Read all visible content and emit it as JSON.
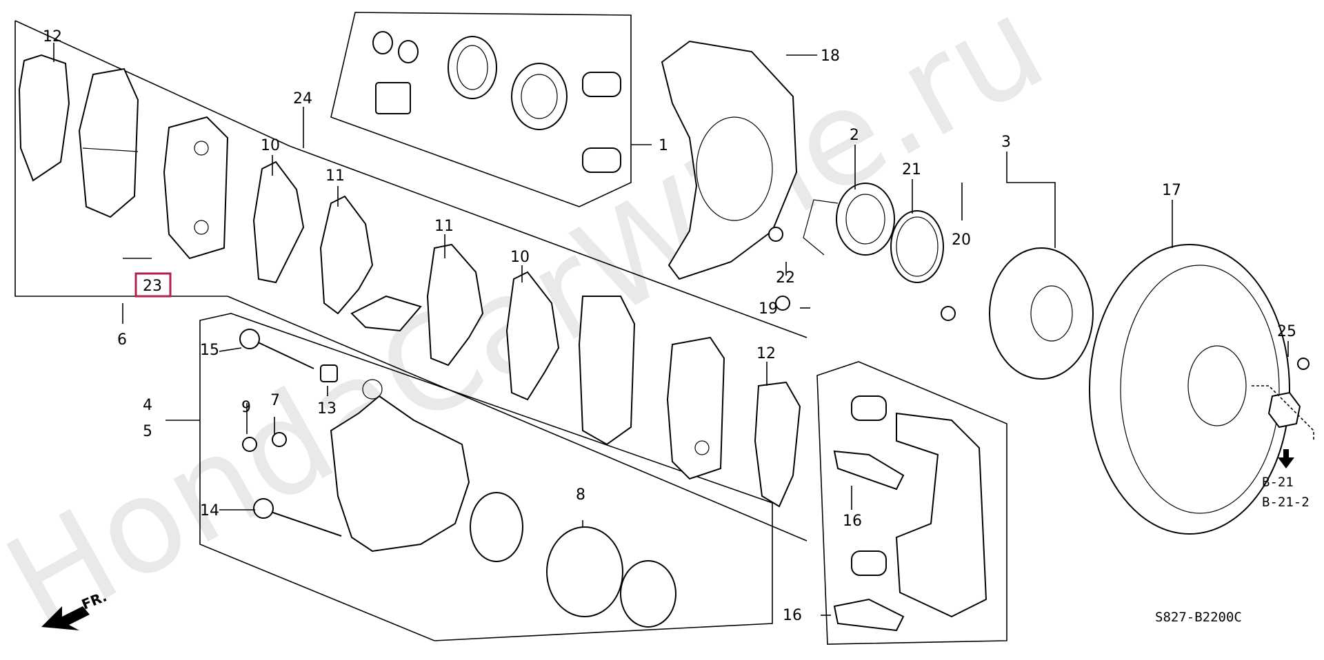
{
  "watermark": "HondaCarWine.ru",
  "direction_label": "FR.",
  "diagram_code": "S827-B2200C",
  "ref_labels": [
    "B-21",
    "B-21-2"
  ],
  "callouts": {
    "c1": "1",
    "c2": "2",
    "c3": "3",
    "c4": "4",
    "c5": "5",
    "c6": "6",
    "c7": "7",
    "c8": "8",
    "c9": "9",
    "c10a": "10",
    "c10b": "10",
    "c11a": "11",
    "c11b": "11",
    "c12a": "12",
    "c12b": "12",
    "c13": "13",
    "c14": "14",
    "c15": "15",
    "c16a": "16",
    "c16b": "16",
    "c17": "17",
    "c18": "18",
    "c19": "19",
    "c20": "20",
    "c21": "21",
    "c22": "22",
    "c23": "23",
    "c24": "24",
    "c25": "25"
  },
  "highlight_color": "#b0224a"
}
